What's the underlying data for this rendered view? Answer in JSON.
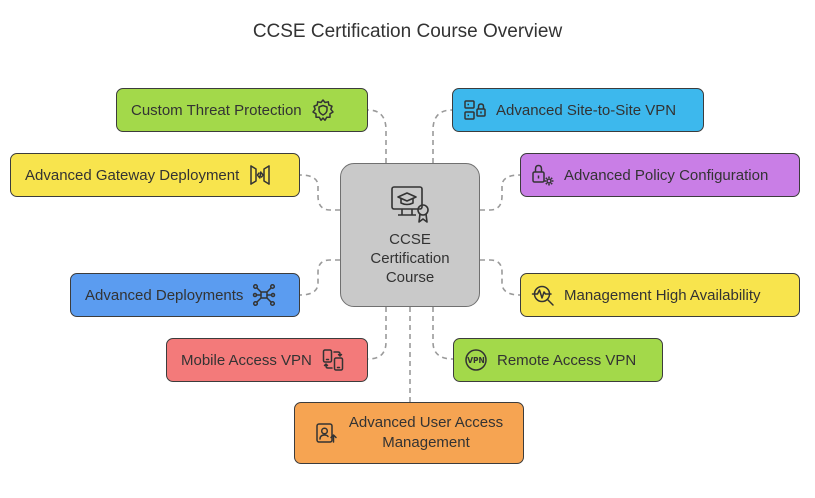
{
  "title": "CCSE Certification Course Overview",
  "center": {
    "lines": [
      "CCSE",
      "Certification",
      "Course"
    ],
    "icon": "certificate-monitor-icon"
  },
  "nodes": {
    "custom_threat": {
      "label": "Custom Threat Protection",
      "icon": "gear-shield-icon",
      "color": "#a3d94a"
    },
    "gateway": {
      "label": "Advanced Gateway Deployment",
      "icon": "gateway-code-icon",
      "color": "#f8e44d"
    },
    "deployments": {
      "label": "Advanced Deployments",
      "icon": "network-nodes-icon",
      "color": "#5b9cf0"
    },
    "mobile_vpn": {
      "label": "Mobile Access VPN",
      "icon": "mobile-sync-icon",
      "color": "#f37a7a"
    },
    "user_access": {
      "lines": [
        "Advanced User Access",
        "Management"
      ],
      "icon": "user-upload-icon",
      "color": "#f6a452"
    },
    "site_vpn": {
      "label": "Advanced Site-to-Site VPN",
      "icon": "server-lock-icon",
      "color": "#3db8ed"
    },
    "policy": {
      "label": "Advanced Policy Configuration",
      "icon": "lock-gear-icon",
      "color": "#c97ee6"
    },
    "high_avail": {
      "label": "Management High Availability",
      "icon": "heartbeat-search-icon",
      "color": "#f8e44d"
    },
    "remote_vpn": {
      "label": "Remote Access VPN",
      "icon": "vpn-badge-icon",
      "color": "#a3d94a"
    }
  }
}
